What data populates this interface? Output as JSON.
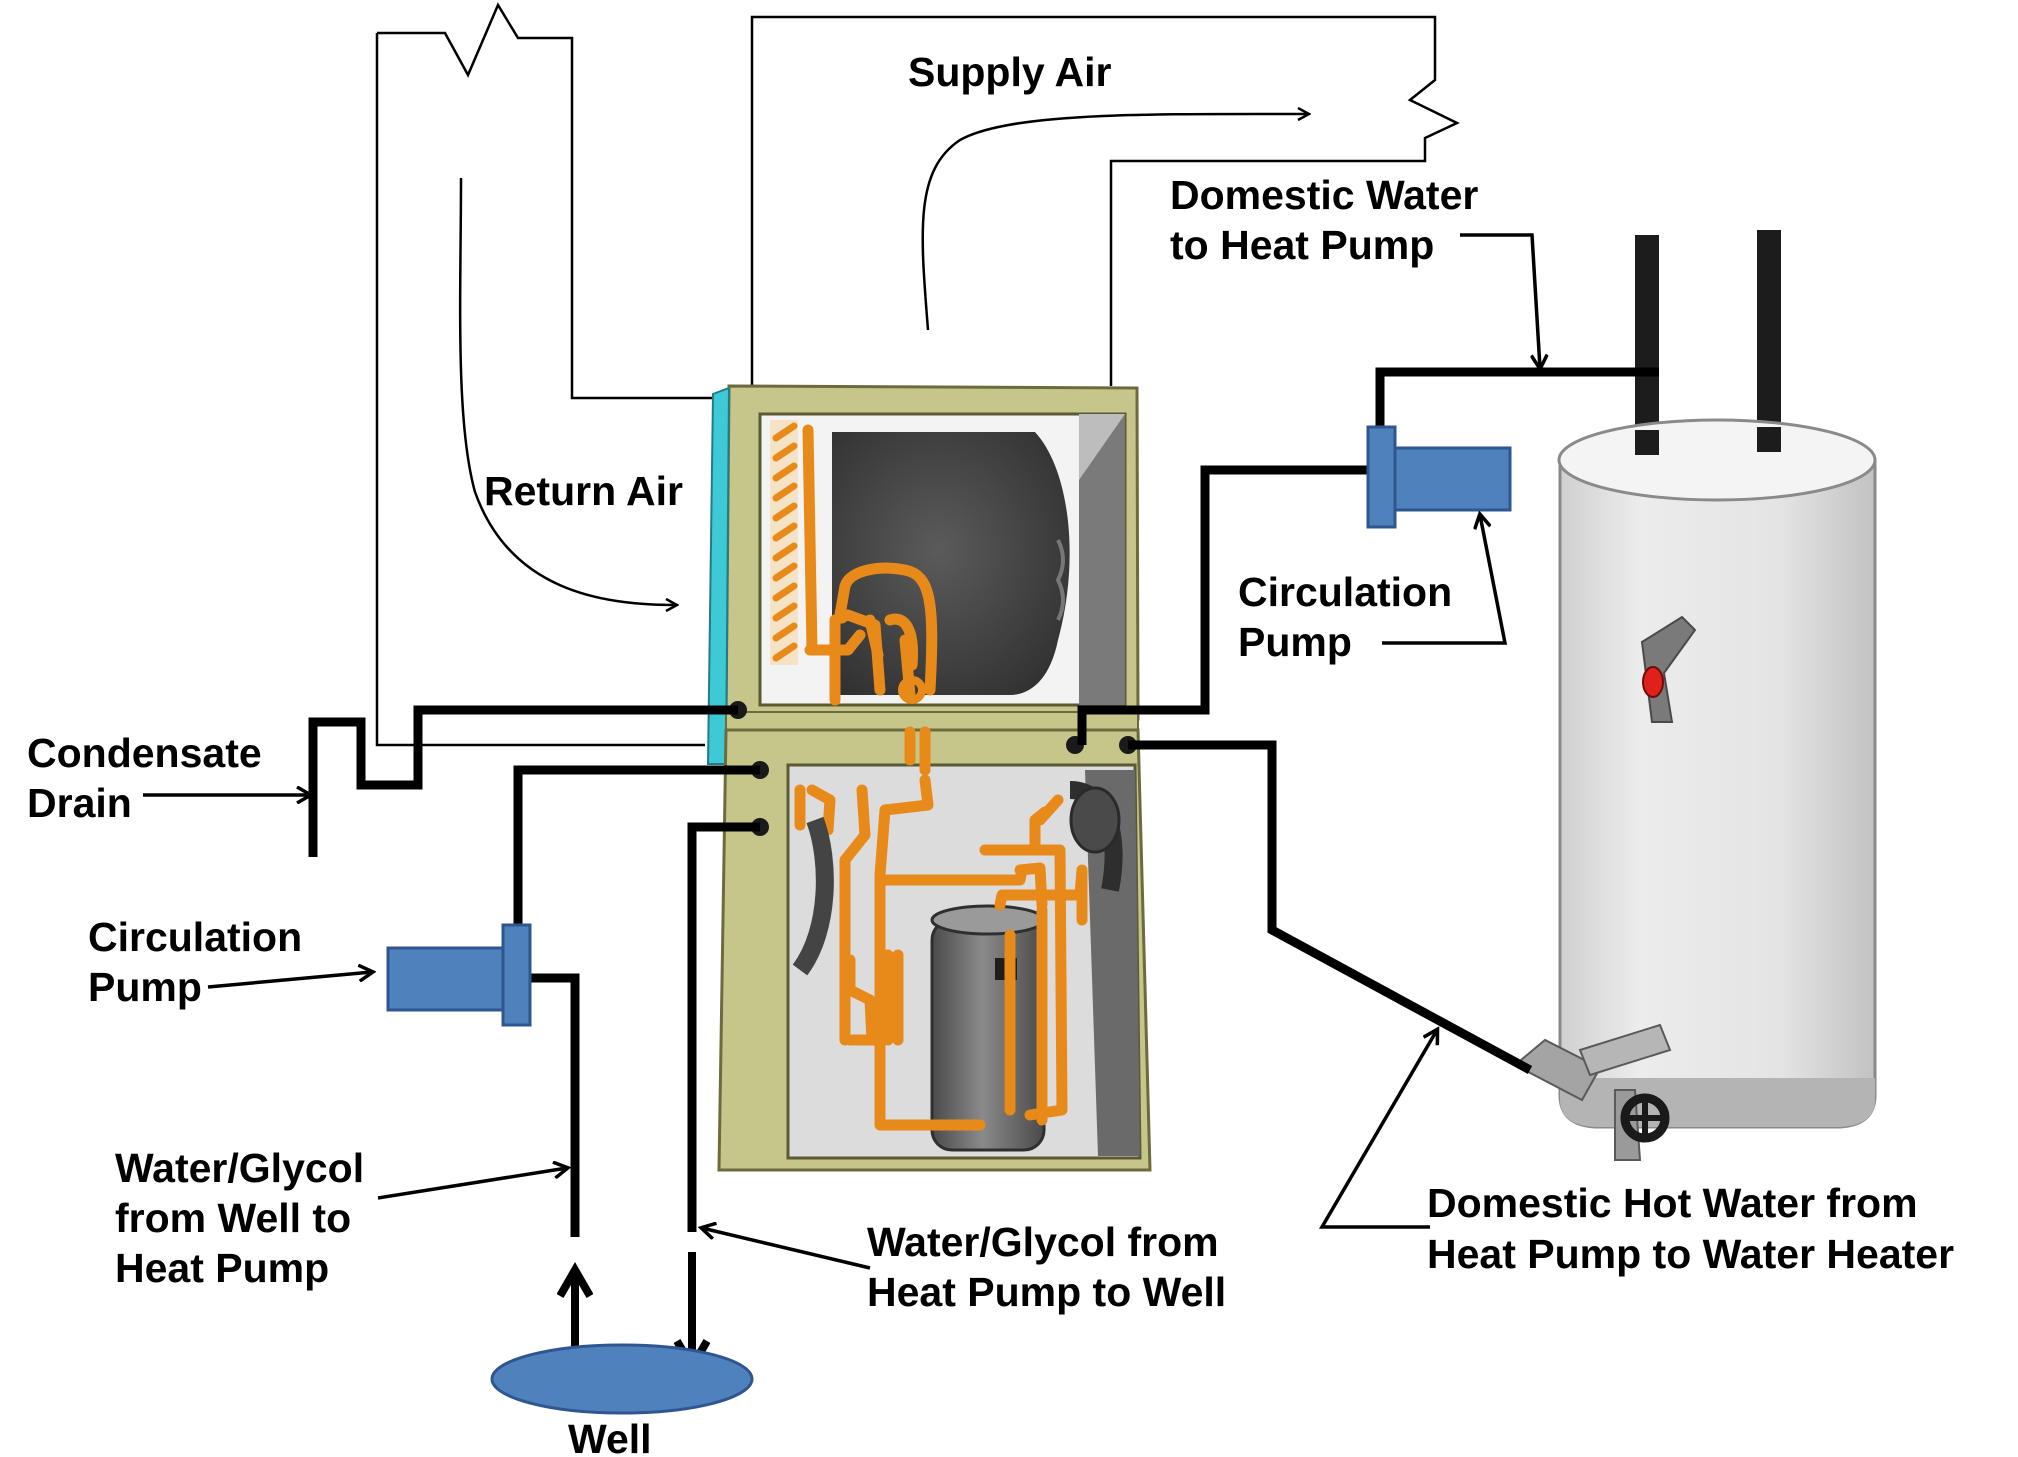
{
  "labels": {
    "supply_air": "Supply Air",
    "return_air": "Return Air",
    "domestic_water_line1": "Domestic Water",
    "domestic_water_line2": "to Heat Pump",
    "circ_pump_right_line1": "Circulation",
    "circ_pump_right_line2": "Pump",
    "condensate_line1": "Condensate",
    "condensate_line2": "Drain",
    "circ_pump_left_line1": "Circulation",
    "circ_pump_left_line2": "Pump",
    "glycol_in_line1": "Water/Glycol",
    "glycol_in_line2": "from Well to",
    "glycol_in_line3": "Heat Pump",
    "glycol_out_line1": "Water/Glycol from",
    "glycol_out_line2": "Heat Pump to Well",
    "dhw_line1": "Domestic Hot Water from",
    "dhw_line2": "Heat Pump to Water Heater",
    "well": "Well"
  },
  "colors": {
    "pump_blue": "#4f81bd",
    "cabinet_olive": "#c6c58a",
    "copper": "#e88a1a",
    "filter_cyan": "#3ec9d6",
    "tank_grey": "#e2e2e2",
    "indicator_red": "#e0201b"
  }
}
